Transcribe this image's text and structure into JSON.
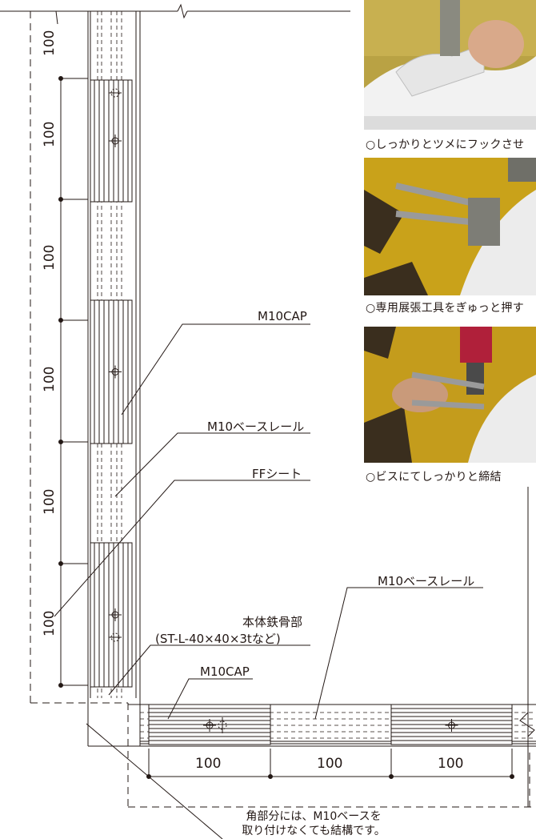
{
  "dimensions": {
    "vertical": [
      "100",
      "100",
      "100",
      "100",
      "100",
      "100"
    ],
    "horizontal": [
      "100",
      "100",
      "100"
    ]
  },
  "labels": {
    "cap_vertical": "M10CAP",
    "base_rail_vertical": "M10ベースレール",
    "ff_sheet": "FFシート",
    "frame_line1": "本体鉄骨部",
    "frame_line2": "(ST-L-40×40×3tなど)",
    "cap_horizontal": "M10CAP",
    "base_rail_horizontal": "M10ベースレール"
  },
  "note": {
    "line1": "角部分には、M10ベースを",
    "line2": "取り付けなくても結構です。"
  },
  "photos": [
    {
      "caption": "○しっかりとツメにフックさせ",
      "icon": "hooking-photo"
    },
    {
      "caption": "○専用展張工具をぎゅっと押す",
      "icon": "tensioning-tool-photo"
    },
    {
      "caption": "○ビスにてしっかりと締結",
      "icon": "screw-fastening-photo"
    }
  ],
  "colors": {
    "line": "#231815",
    "photo_yellow": "#c9a21a",
    "photo_dark": "#3a2e1e"
  }
}
